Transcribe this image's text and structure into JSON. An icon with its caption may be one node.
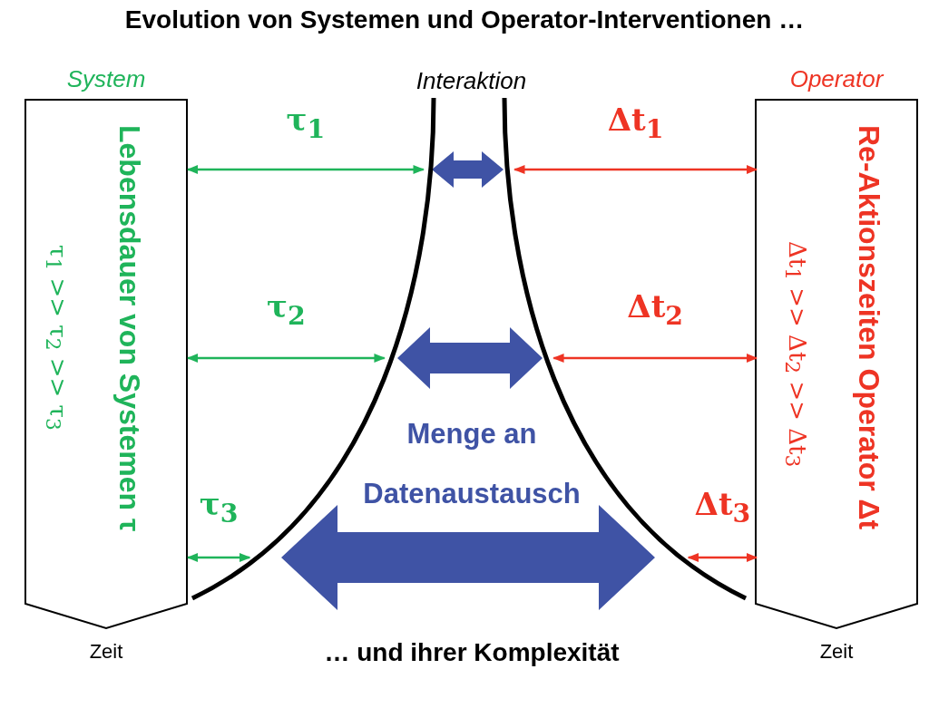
{
  "diagram": {
    "title": "Evolution von Systemen und Operator-Interventionen …",
    "caption": "… und ihrer Komplexität",
    "nodes": [
      {
        "text": [
          "System",
          "Lebensdauer von Systemen τ",
          "τ$_{1}$ >> τ$_{2}$ >> τ$_{3}$"
        ],
        "beside": [
          "Zeit"
        ]
      },
      {
        "text": [
          "Operator",
          "Re-Aktionszeiten Operator Δt",
          "Δt$_{1}$ >> Δt$_{2}$ >> Δt$_{3}$"
        ],
        "beside": [
          "Zeit"
        ]
      },
      {
        "text": [
          "Interaktion"
        ]
      }
    ],
    "edges": [
      {
        "from": 0,
        "to": 2,
        "arrow": "both",
        "label": "τ$_{1}$",
        "color": "#1fb45a"
      },
      {
        "from": 0,
        "to": 2,
        "arrow": "both",
        "label": "τ$_{2}$",
        "color": "#1fb45a"
      },
      {
        "from": 0,
        "to": 2,
        "arrow": "both",
        "label": "τ$_{3}$",
        "color": "#1fb45a"
      },
      {
        "from": 2,
        "to": 1,
        "arrow": "both",
        "label": "Δt$_{1}$",
        "color": "#ee3424"
      },
      {
        "from": 2,
        "to": 1,
        "arrow": "both",
        "label": "Δt$_{2}$",
        "color": "#ee3424"
      },
      {
        "from": 2,
        "to": 1,
        "arrow": "both",
        "label": "Δt$_{3}$",
        "color": "#ee3424"
      }
    ],
    "labels": [
      "Menge an Datenaustausch"
    ]
  }
}
